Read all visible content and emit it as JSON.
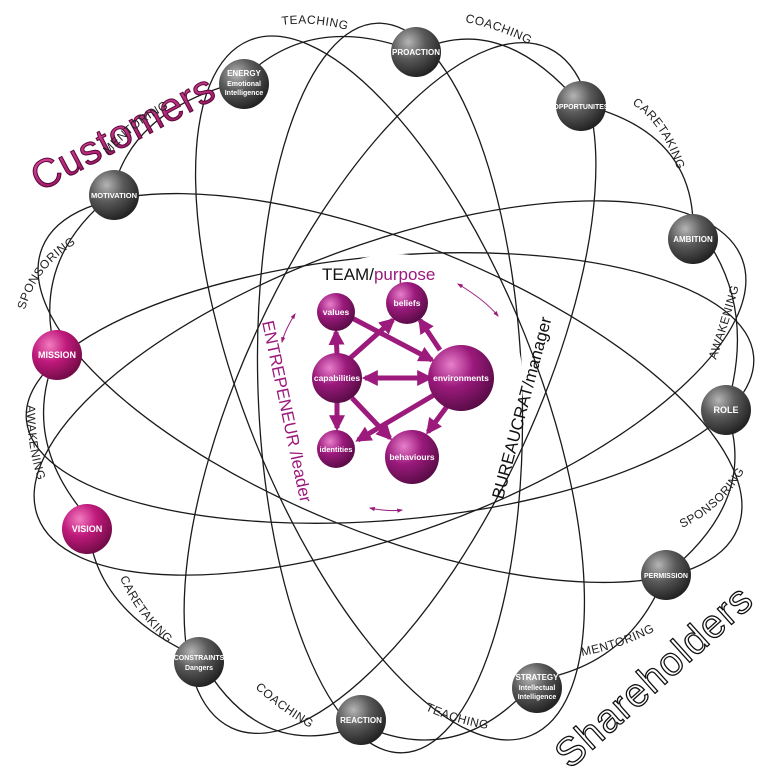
{
  "corners": {
    "customers": "Customers",
    "shareholders": "Shareholders"
  },
  "ring_labels": {
    "teaching_top": "TEACHING",
    "coaching_top": "COACHING",
    "caretaking_right": "CARETAKING",
    "awakening_right": "AWAKENING",
    "sponsoring_right": "SPONSORING",
    "mentoring_right": "MENTORING",
    "teaching_bottom": "TEACHING",
    "coaching_bottom": "COACHING",
    "caretaking_left": "CARETAKING",
    "awakening_left": "AWAKENING",
    "sponsoring_left": "SPONSORING",
    "mentoring_left": "MENTORING"
  },
  "nodes": {
    "energy": {
      "title": "ENERGY",
      "sub1": "Emotional",
      "sub2": "Intelligence"
    },
    "proaction": {
      "title": "PROACTION"
    },
    "opportunites": {
      "title": "OPPORTUNITES"
    },
    "ambition": {
      "title": "AMBITION"
    },
    "role": {
      "title": "ROLE"
    },
    "permission": {
      "title": "PERMISSION"
    },
    "strategy": {
      "title": "STRATEGY",
      "sub1": "Intellectual",
      "sub2": "Intelligence"
    },
    "reaction": {
      "title": "REACTION"
    },
    "constraints": {
      "title": "CONSTRAINTS",
      "sub1": "Dangers"
    },
    "vision": {
      "title": "VISION"
    },
    "mission": {
      "title": "MISSION"
    },
    "motivation": {
      "title": "MOTIVATION"
    }
  },
  "inner": {
    "team": "TEAM/",
    "purpose": "purpose",
    "bureaucrat": "BUREAUCRAT/manager",
    "entrepreneur": "ENTREPENEUR /leader",
    "values": "values",
    "beliefs": "beliefs",
    "capabilities": "capabilities",
    "environments": "environments",
    "identities": "identities",
    "behaviours": "behaviours"
  },
  "colors": {
    "magenta": "#b01670",
    "magenta_dark": "#7a0d4c",
    "magenta_light": "#e060a8",
    "grey_dark": "#3a3a3a",
    "grey_light": "#9a9a9a",
    "line": "#1a1a1a"
  }
}
